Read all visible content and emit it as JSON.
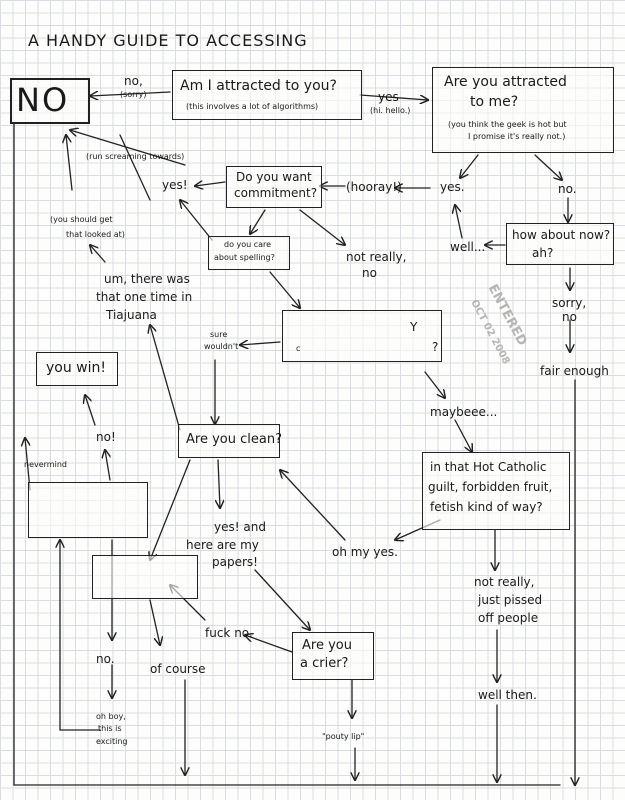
{
  "title": "A HANDY GUIDE TO ACCESSING",
  "nodes": {
    "no_box": "NO",
    "attracted": "Am I attracted to you?",
    "attracted_note": "(this involves a lot of algorithms)",
    "are_you_attracted_1": "Are you attracted",
    "are_you_attracted_2": "to me?",
    "geek_note_1": "(you think the geek is hot but",
    "geek_note_2": "I promise it's really not.)",
    "commitment_1": "Do you want",
    "commitment_2": "commitment?",
    "spelling_1": "do you care",
    "spelling_2": "about spelling?",
    "how_about_1": "how about now?",
    "how_about_2": "ah?",
    "blank_y": "Y",
    "blank_q": "?",
    "blank_c": "c",
    "you_win": "you win!",
    "clean": "Are you clean?",
    "catholic_1": "in that Hot Catholic",
    "catholic_2": "guilt, forbidden fruit,",
    "catholic_3": "fetish kind of way?",
    "crier_1": "Are you",
    "crier_2": "a crier?"
  },
  "labels": {
    "no_sorry_1": "no,",
    "no_sorry_2": "(sorry)",
    "yes_hi": "yes",
    "hi_hello": "(hi. hello.)",
    "run_screaming": "(run screaming towards)",
    "yes_excl": "yes!",
    "hooray": "(hooray!)",
    "yes_dot": "yes.",
    "no_dot": "no.",
    "should_1": "(you should get",
    "should_2": "that looked at)",
    "not_really_1": "not really,",
    "not_really_2": "no",
    "well": "well...",
    "um_1": "um, there was",
    "um_2": "that one time in",
    "um_3": "Tiajuana",
    "sorry_1": "sorry,",
    "sorry_2": "no",
    "sure_1": "sure",
    "sure_2": "wouldn't",
    "fair_enough": "fair enough",
    "maybeee": "maybeee...",
    "no_excl": "no!",
    "nevermind": "nevermind",
    "yes_papers_1": "yes! and",
    "yes_papers_2": "here are my",
    "yes_papers_3": "papers!",
    "oh_my_yes": "oh my yes.",
    "pissed_1": "not really,",
    "pissed_2": "just pissed",
    "pissed_3": "off people",
    "fuck_no": "fuck no.",
    "no_left": "no.",
    "of_course": "of course",
    "well_then": "well then.",
    "oh_boy_1": "oh boy,",
    "oh_boy_2": "this is",
    "oh_boy_3": "exciting",
    "pouty_lip": "\"pouty lip\""
  },
  "stamp": {
    "entered": "ENTERED",
    "date": "OCT 02 2008"
  }
}
